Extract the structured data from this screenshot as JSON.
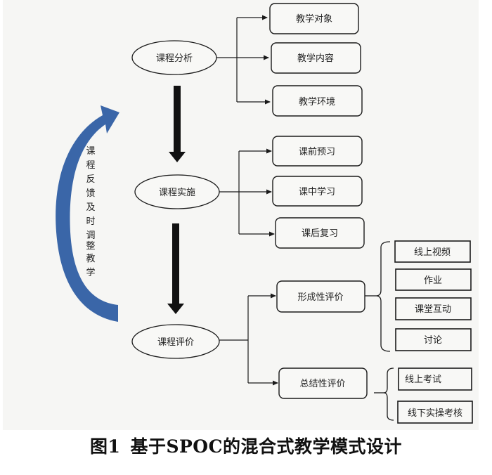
{
  "colors": {
    "background": "#f6f6f4",
    "stroke": "#1a1a1a",
    "feedback_arrow": "#3a66a8",
    "text": "#222222"
  },
  "stages": [
    {
      "id": "analysis",
      "label": "课程分析",
      "children": [
        "教学对象",
        "教学内容",
        "教学环境"
      ]
    },
    {
      "id": "implementation",
      "label": "课程实施",
      "children": [
        "课前预习",
        "课中学习",
        "课后复习"
      ]
    },
    {
      "id": "evaluation",
      "label": "课程评价",
      "children": [
        "形成性评价",
        "总结性评价"
      ]
    }
  ],
  "evaluation_details": {
    "formative": {
      "label": "形成性评价",
      "items": [
        "线上视频",
        "作业",
        "课堂互动",
        "讨论"
      ]
    },
    "summative": {
      "label": "总结性评价",
      "items": [
        "线上考试",
        "线下实操考核"
      ]
    }
  },
  "feedback": {
    "label": "课程反馈及时调整教学",
    "chars": [
      "课",
      "程",
      "反",
      "馈",
      "及",
      "时",
      "调",
      "整",
      "教",
      "学"
    ]
  },
  "caption": {
    "figure_number": "图1",
    "title": "基于SPOC的混合式教学模式设计"
  }
}
